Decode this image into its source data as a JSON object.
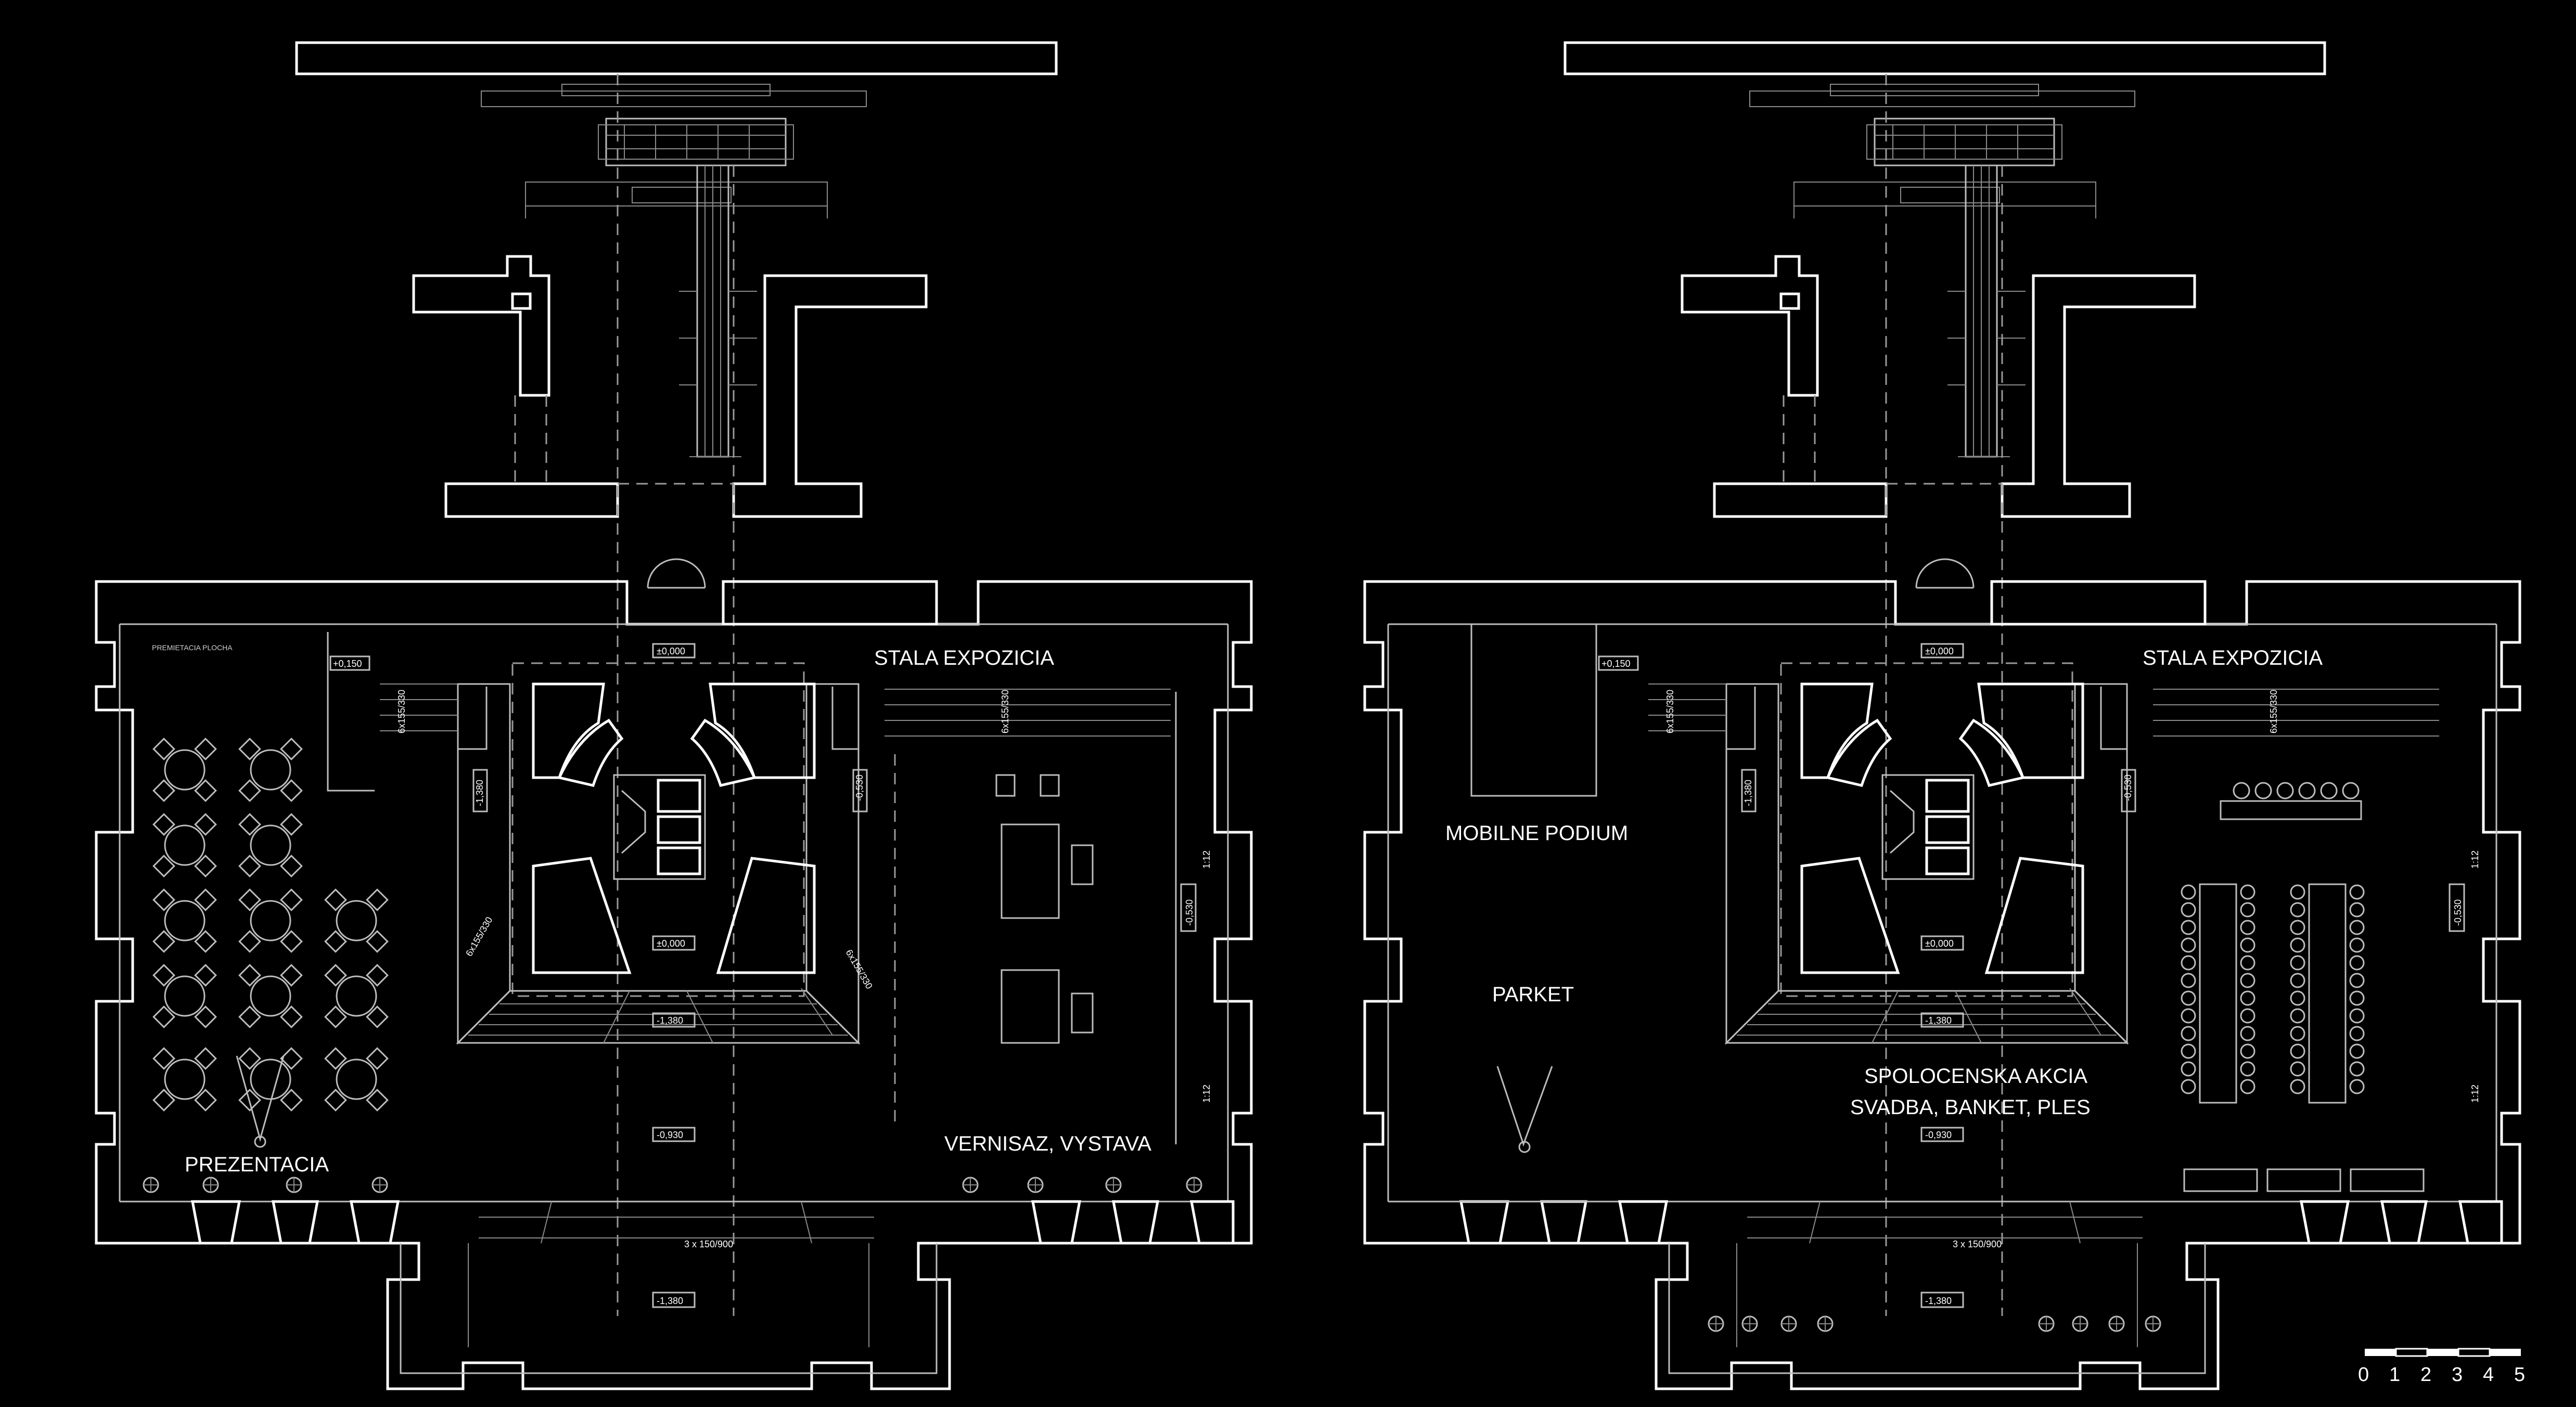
{
  "plans": [
    {
      "id": "left",
      "room_labels": {
        "stala": "STALA EXPOZICIA",
        "prezentacia": "PREZENTACIA",
        "vernisaz": "VERNISAZ, VYSTAVA",
        "premietacia": "PREMIETACIA PLOCHA"
      }
    },
    {
      "id": "right",
      "room_labels": {
        "stala": "STALA EXPOZICIA",
        "podium": "MOBILNE PODIUM",
        "parket": "PARKET",
        "akcia1": "SPOLOCENSKA AKCIA",
        "akcia2": "SVADBA, BANKET, PLES"
      }
    }
  ],
  "level_marks": {
    "zero": "±0,000",
    "upper": "+0,150",
    "landing": "-1,380",
    "low": "-0,930",
    "side": "-0,530",
    "side2": "-1,380"
  },
  "stair_notes": {
    "a": "6x155/330",
    "b": "6x155/330",
    "c": "3 x 150/900"
  },
  "slope": "1:12",
  "scale_bar": {
    "ticks": [
      "0",
      "1",
      "2",
      "3",
      "4",
      "5"
    ]
  }
}
